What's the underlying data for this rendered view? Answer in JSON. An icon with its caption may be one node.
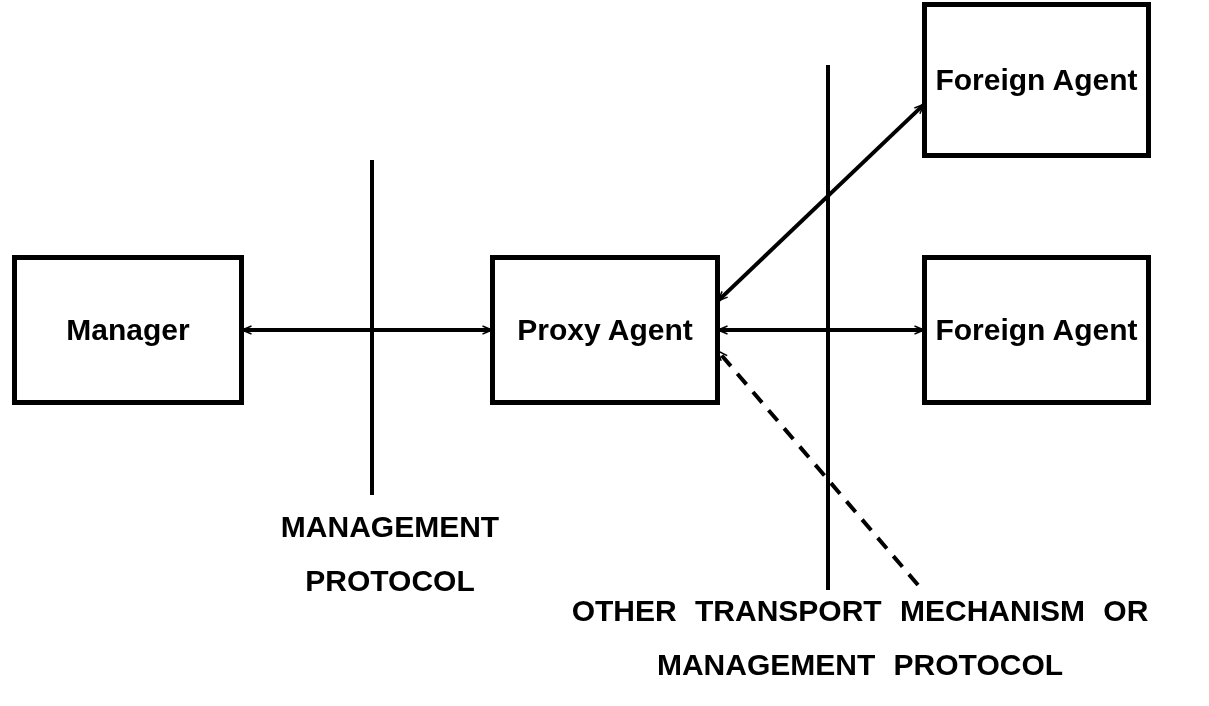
{
  "diagram": {
    "nodes": [
      {
        "text": [
          "Manager"
        ]
      },
      {
        "text": [
          "Proxy Agent"
        ]
      },
      {
        "text": [
          "Foreign Agent"
        ]
      },
      {
        "text": [
          "Foreign Agent"
        ]
      }
    ],
    "edges": [
      {
        "from": 0,
        "to": 1,
        "arrow": "both"
      },
      {
        "from": 1,
        "to": 2,
        "arrow": "both"
      },
      {
        "from": 1,
        "to": 3,
        "arrow": "both"
      },
      {
        "from": null,
        "to": 1,
        "arrow": "to",
        "style": "dashed"
      }
    ],
    "labels": [
      "MANAGEMENT PROTOCOL",
      "OTHER TRANSPORT MECHANISM OR MANAGEMENT PROTOCOL"
    ]
  }
}
